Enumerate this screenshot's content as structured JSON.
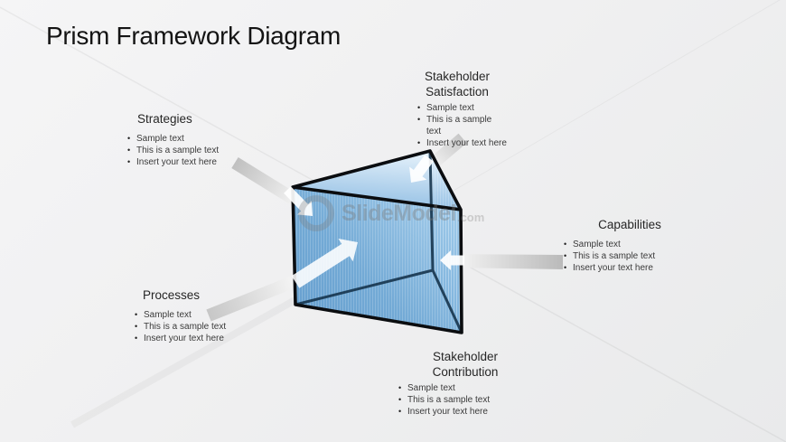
{
  "slide": {
    "title": "Prism Framework Diagram"
  },
  "watermark": {
    "brand": "SlideModel",
    "suffix": ".com"
  },
  "callouts": [
    {
      "id": "strategies",
      "title_lines": [
        "Strategies"
      ],
      "bullets": [
        "Sample text",
        "This is a sample text",
        "Insert your text here"
      ]
    },
    {
      "id": "stakeholder-satisfaction",
      "title_lines": [
        "Stakeholder",
        "Satisfaction"
      ],
      "bullets": [
        "Sample text",
        "This is a sample text",
        "Insert your text here"
      ]
    },
    {
      "id": "capabilities",
      "title_lines": [
        "Capabilities"
      ],
      "bullets": [
        "Sample text",
        "This is a sample text",
        "Insert your text here"
      ]
    },
    {
      "id": "processes",
      "title_lines": [
        "Processes"
      ],
      "bullets": [
        "Sample text",
        "This is a sample text",
        "Insert your text here"
      ]
    },
    {
      "id": "stakeholder-contribution",
      "title_lines": [
        "Stakeholder",
        "Contribution"
      ],
      "bullets": [
        "Sample text",
        "This is a sample text",
        "Insert your text here"
      ]
    }
  ],
  "diagram": {
    "shape": "triangular-prism",
    "colors": {
      "prism_front": "#6ca6d4",
      "prism_top": "#bcd9f0",
      "prism_right": "#4386c5",
      "edge": "#0b0d10",
      "arrow_beam": "#c6c6c6",
      "arrow_head": "#ffffff",
      "background": "#f0f0f1"
    }
  }
}
